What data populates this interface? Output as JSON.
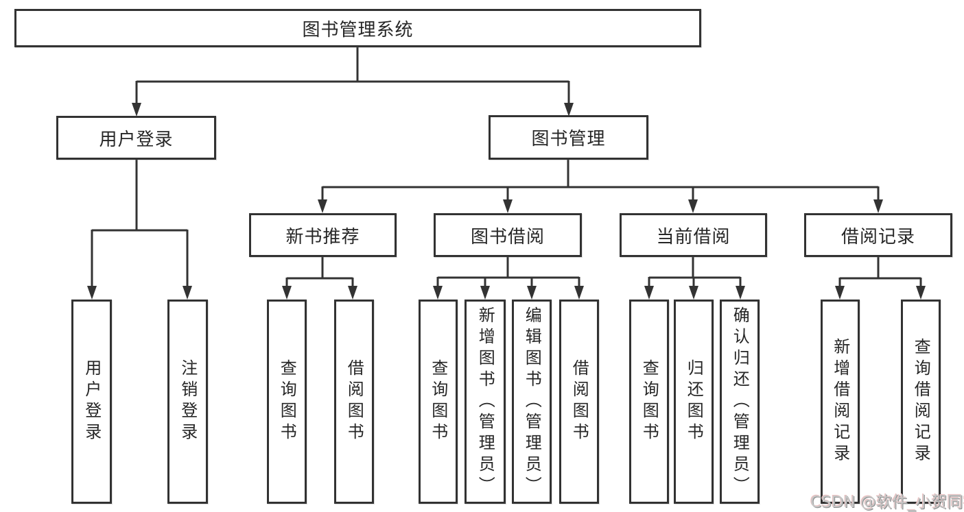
{
  "diagram": {
    "root": "图书管理系统",
    "level2": {
      "user_login": "用户登录",
      "book_management": "图书管理"
    },
    "level3": {
      "new_book_recommend": "新书推荐",
      "book_borrowing": "图书借阅",
      "current_borrowing": "当前借阅",
      "borrowing_records": "借阅记录"
    },
    "leaves": {
      "user_login": [
        "用户登录",
        "注销登录"
      ],
      "new_book_recommend": [
        "查询图书",
        "借阅图书"
      ],
      "book_borrowing": [
        "查询图书",
        "新增图书（管理员）",
        "编辑图书（管理员）",
        "借阅图书"
      ],
      "current_borrowing": [
        "查询图书",
        "归还图书",
        "确认归还（管理员）"
      ],
      "borrowing_records": [
        "新增借阅记录",
        "查询借阅记录"
      ]
    }
  },
  "watermark": "CSDN @软件_小贺同学",
  "colors": {
    "line": "#333333",
    "text": "#262626",
    "watermark": "#c7c7c7",
    "background": "#ffffff"
  }
}
